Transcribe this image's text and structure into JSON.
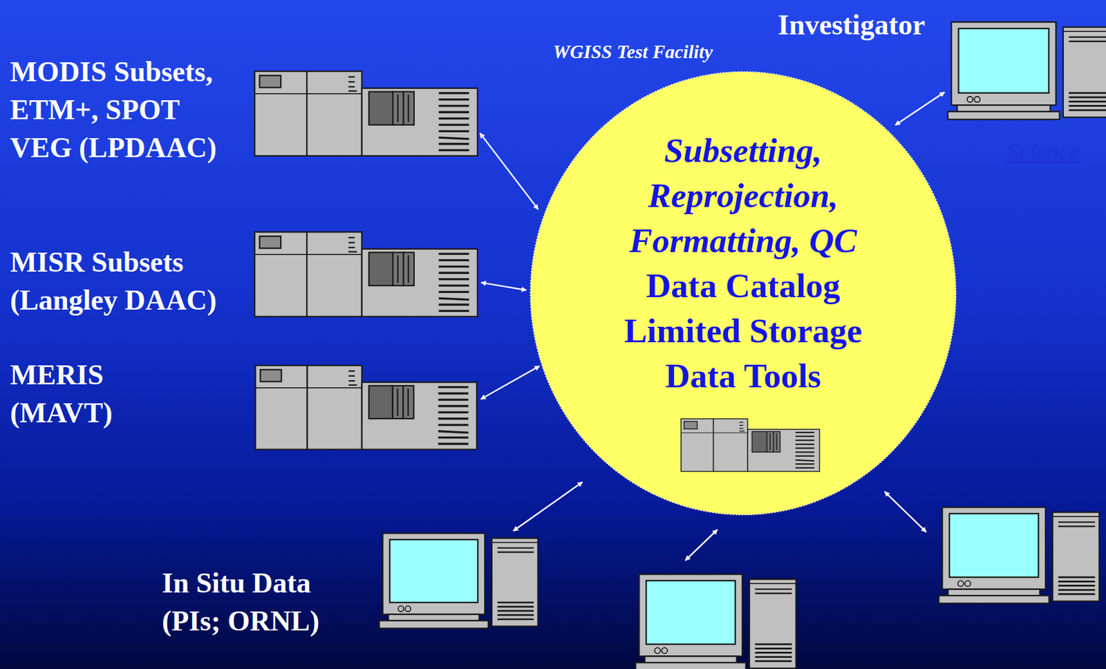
{
  "diagram": {
    "nodes": [
      {
        "text": [
          "WGISS Test Facility",
          "Subsetting, Reprojection, Formatting, QC",
          "Data Catalog",
          "Limited Storage",
          "Data Tools"
        ]
      },
      {
        "text": [
          "Investigator"
        ]
      },
      {
        "text": [
          "MODIS Subsets, ETM+, SPOT VEG (LPDAAC)"
        ]
      },
      {
        "text": [
          "MISR Subsets (Langley DAAC)"
        ]
      },
      {
        "text": [
          "MERIS (MAVT)"
        ]
      },
      {
        "text": [
          "In Situ Data (PIs; ORNL)"
        ]
      }
    ],
    "edges": [
      {
        "from": 2,
        "to": 0,
        "arrow": "both"
      },
      {
        "from": 3,
        "to": 0,
        "arrow": "both"
      },
      {
        "from": 4,
        "to": 0,
        "arrow": "both"
      },
      {
        "from": 1,
        "to": 0,
        "arrow": "both"
      },
      {
        "from": 5,
        "to": 0,
        "arrow": "both"
      }
    ],
    "labels": [
      "Science"
    ]
  }
}
